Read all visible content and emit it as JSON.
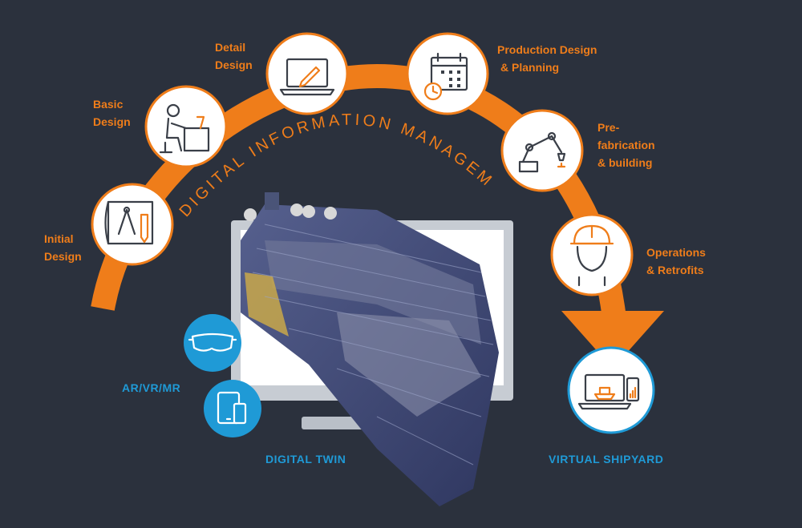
{
  "arc_label": "DIGITAL INFORMATION MANAGEMENT",
  "stages": [
    {
      "lines": [
        "Initial",
        "Design"
      ],
      "icon": "drafting-plan-icon"
    },
    {
      "lines": [
        "Basic",
        "Design"
      ],
      "icon": "person-at-desk-icon"
    },
    {
      "lines": [
        "Detail",
        "Design"
      ],
      "icon": "laptop-pencil-icon"
    },
    {
      "lines": [
        "Production Design",
        "& Planning"
      ],
      "icon": "calendar-clock-icon"
    },
    {
      "lines": [
        "Pre-",
        "fabrication",
        "& building"
      ],
      "icon": "robot-arm-icon"
    },
    {
      "lines": [
        "Operations",
        "& Retrofits"
      ],
      "icon": "hard-hat-worker-icon"
    }
  ],
  "ar_label": "AR/VR/MR",
  "digital_twin_label": "DIGITAL TWIN",
  "virtual_shipyard_label": "VIRTUAL SHIPYARD",
  "colors": {
    "background": "#2b313d",
    "orange": "#ef7d1a",
    "blue": "#1f9ad6",
    "icon_stroke": "#3a3f48",
    "ship_hull": "#3f4a7a"
  }
}
